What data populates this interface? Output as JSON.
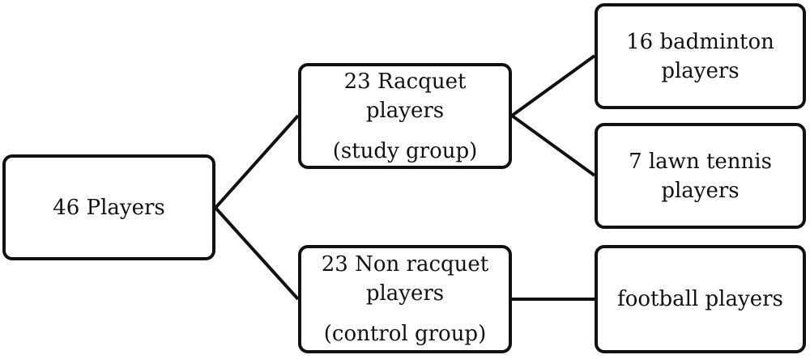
{
  "nodes": {
    "root": {
      "label": "46 Players"
    },
    "study": {
      "line1": "23 Racquet",
      "line2": "players",
      "line3": "(study group)"
    },
    "control": {
      "line1": "23 Non racquet",
      "line2": "players",
      "line3": "(control group)"
    },
    "badminton": {
      "line1": "16 badminton",
      "line2": "players"
    },
    "tennis": {
      "line1": "7 lawn tennis",
      "line2": "players"
    },
    "football": {
      "label": "football players"
    }
  },
  "colors": {
    "stroke": "#111111",
    "background": "#ffffff"
  }
}
